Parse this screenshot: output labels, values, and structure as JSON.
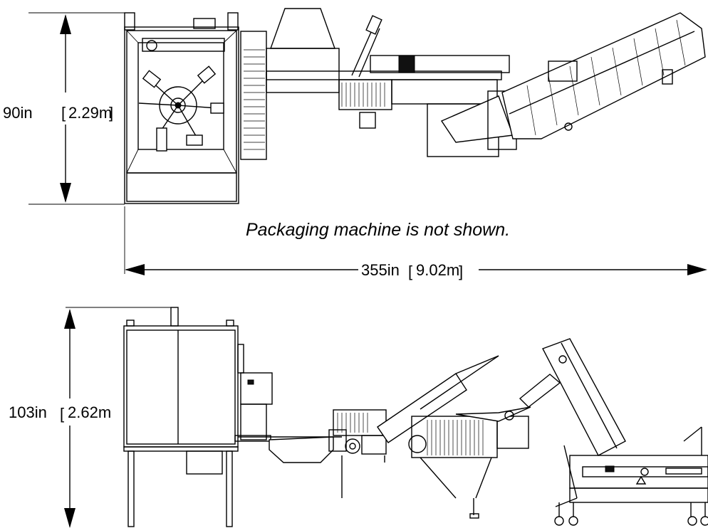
{
  "dimensions": {
    "top_height": {
      "imperial": "90in",
      "metric": "2.29m"
    },
    "overall_length": {
      "imperial": "355in",
      "metric": "9.02m"
    },
    "side_height": {
      "imperial": "103in",
      "metric": "2.62m"
    }
  },
  "note": "Packaging machine is not shown."
}
